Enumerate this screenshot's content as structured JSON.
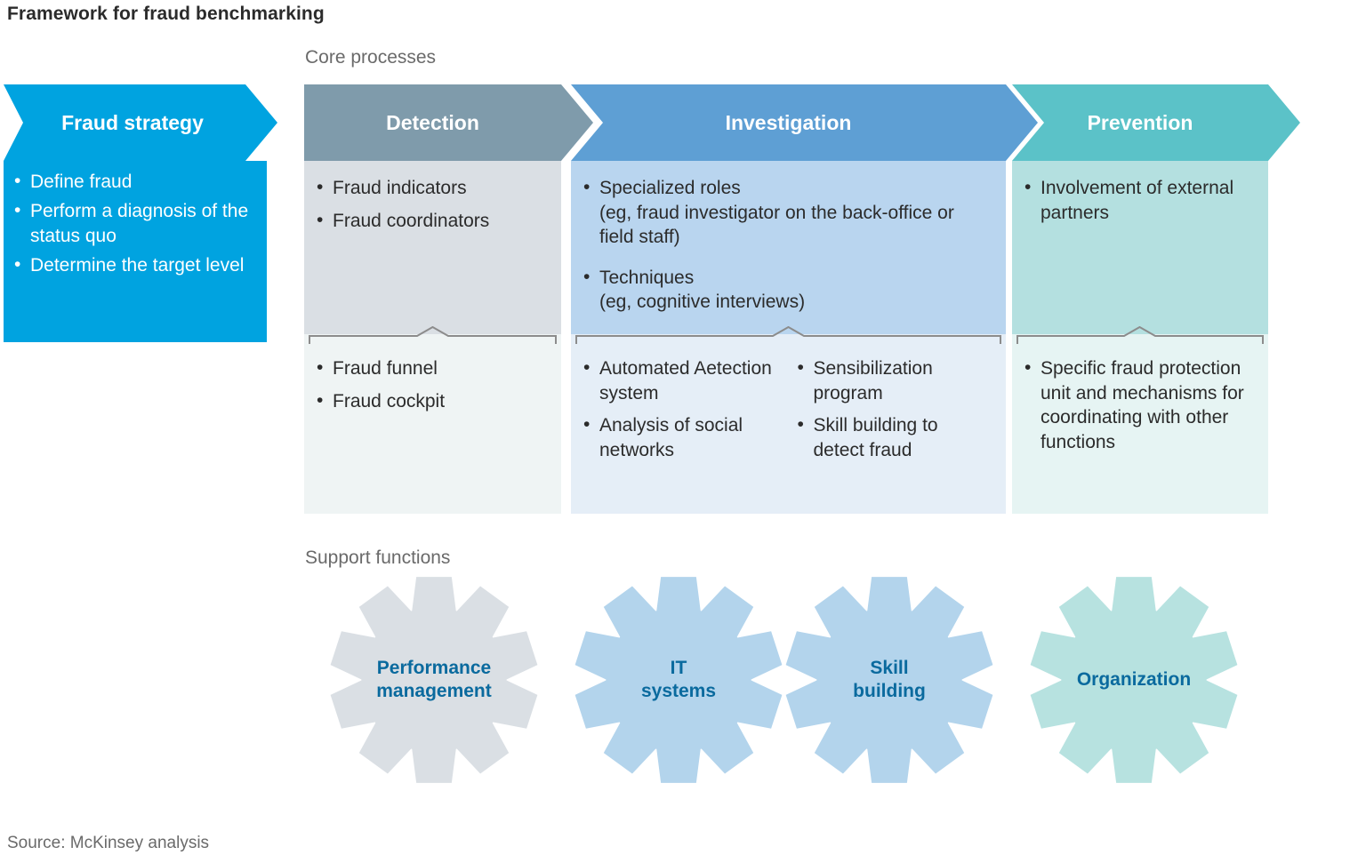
{
  "title": "Framework for fraud benchmarking",
  "source": "Source: McKinsey analysis",
  "captions": {
    "core_processes": "Core processes",
    "support_functions": "Support functions"
  },
  "colors": {
    "fraud_strategy": "#00a3e0",
    "detection_header": "#7f9bab",
    "detection_upper": "#dadfe4",
    "detection_lower": "#eff4f4",
    "investigation_header": "#5e9fd4",
    "investigation_upper": "#b9d5ef",
    "investigation_lower": "#e5eef7",
    "prevention_header": "#5bc2c8",
    "prevention_upper": "#b4e0e0",
    "prevention_lower": "#e6f4f3",
    "gear_performance": "#dadfe4",
    "gear_it": "#b3d4ec",
    "gear_skill": "#b3d4ec",
    "gear_organization": "#b7e2e0",
    "gear_label_text": "#0a6a9e",
    "bracket_line": "#8c8c8c",
    "caption_text": "#6a6a6a"
  },
  "strategy": {
    "title": "Fraud strategy",
    "bullets": [
      "Define fraud",
      "Perform a diagnosis of the status quo",
      "Determine the target level"
    ]
  },
  "columns": [
    {
      "id": "detection",
      "title": "Detection",
      "upper_bullets": [
        "Fraud indicators",
        "Fraud coordinators"
      ],
      "lower_bullets_left": [
        "Fraud funnel",
        "Fraud cockpit"
      ],
      "lower_bullets_right": []
    },
    {
      "id": "investigation",
      "title": "Investigation",
      "upper_bullets": [
        "Specialized roles\n(eg, fraud investigator on the back-office or field staff)",
        "Techniques\n(eg, cognitive interviews)"
      ],
      "lower_bullets_left": [
        "Automated Aetection system",
        "Analysis of social networks"
      ],
      "lower_bullets_right": [
        "Sensibilization program",
        "Skill building to detect fraud"
      ]
    },
    {
      "id": "prevention",
      "title": "Prevention",
      "upper_bullets": [
        "Involvement of external partners"
      ],
      "lower_bullets_left": [
        "Specific fraud protection unit and mechanisms for coordinating with other functions"
      ],
      "lower_bullets_right": []
    }
  ],
  "gears": [
    {
      "id": "performance-management",
      "label": "Performance\nmanagement",
      "color": "#dadfe4"
    },
    {
      "id": "it-systems",
      "label": "IT\nsystems",
      "color": "#b3d4ec"
    },
    {
      "id": "skill-building",
      "label": "Skill\nbuilding",
      "color": "#b3d4ec"
    },
    {
      "id": "organization",
      "label": "Organization",
      "color": "#b7e2e0"
    }
  ]
}
